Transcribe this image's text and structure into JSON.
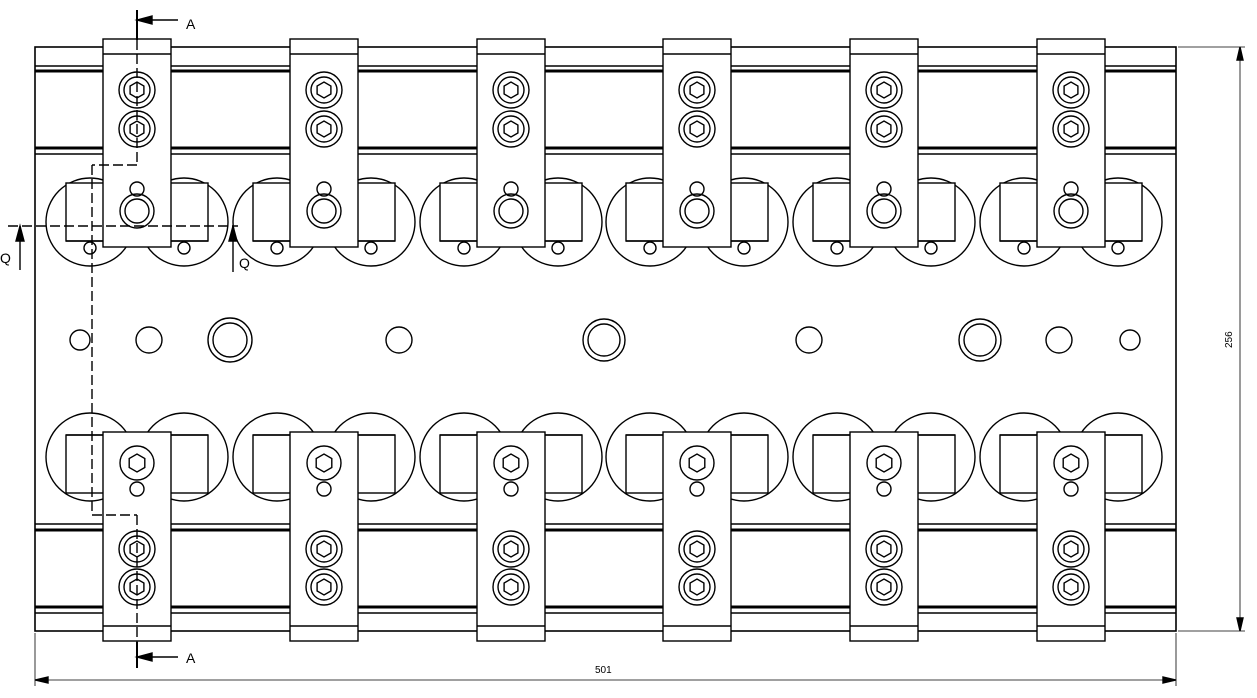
{
  "labels": {
    "section_top": "A",
    "section_bottom": "A",
    "section_left": "Q",
    "section_right": "Q"
  },
  "dimensions": {
    "width": "501",
    "height": "256"
  },
  "assembly": {
    "clamp_count_top": 6,
    "clamp_count_bottom": 6
  },
  "colors": {
    "line": "#000000",
    "background": "#ffffff"
  }
}
